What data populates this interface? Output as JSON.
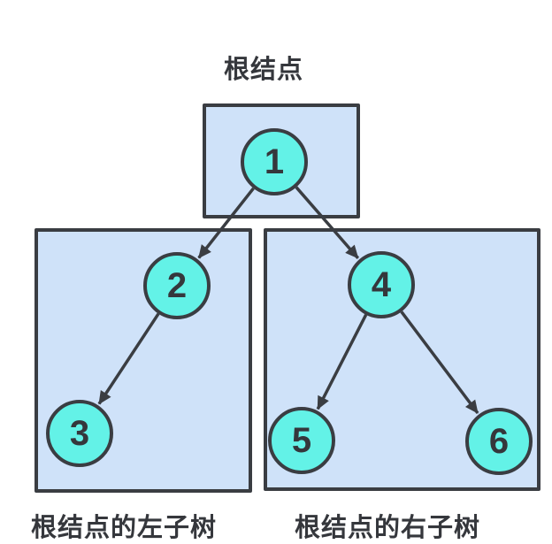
{
  "diagram": {
    "title": "根结点",
    "tree": {
      "nodes": [
        {
          "id": "1",
          "label": "1"
        },
        {
          "id": "2",
          "label": "2"
        },
        {
          "id": "3",
          "label": "3"
        },
        {
          "id": "4",
          "label": "4"
        },
        {
          "id": "5",
          "label": "5"
        },
        {
          "id": "6",
          "label": "6"
        }
      ],
      "edges": [
        {
          "from": "1",
          "to": "2"
        },
        {
          "from": "1",
          "to": "4"
        },
        {
          "from": "2",
          "to": "3"
        },
        {
          "from": "4",
          "to": "5"
        },
        {
          "from": "4",
          "to": "6"
        }
      ]
    },
    "groups": [
      {
        "name": "root-box",
        "label": "根结点",
        "contains": [
          "1"
        ]
      },
      {
        "name": "left-subtree-box",
        "label": "根结点的左子树",
        "contains": [
          "2",
          "3"
        ]
      },
      {
        "name": "right-subtree-box",
        "label": "根结点的右子树",
        "contains": [
          "4",
          "5",
          "6"
        ]
      }
    ],
    "colors": {
      "node_fill": "#63F2E7",
      "box_fill": "#CFE2F9",
      "outline": "#3A3D42",
      "text": "#35373C"
    }
  }
}
